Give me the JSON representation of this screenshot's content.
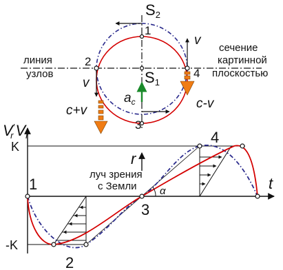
{
  "diagram": {
    "orbit": {
      "star_labels": {
        "s2": "S",
        "s2_sub": "2",
        "s1": "S",
        "s1_sub": "1"
      },
      "points": {
        "p1": "1",
        "p2": "2",
        "p3": "3",
        "p4": "4"
      },
      "velocity_left": "v",
      "velocity_right": "v",
      "accel": "a",
      "accel_sub": "c",
      "left_speed": "c+v",
      "right_speed": "c-v",
      "node_line": [
        "линия",
        "узлов"
      ],
      "section": [
        "сечение",
        "картинной",
        "плоскостью"
      ]
    },
    "graph": {
      "y_axis_label": "V",
      "y_axis_sub": "r",
      "y_axis_prime": "′",
      "x_axis_label": "t",
      "k_label": "K",
      "neg_k_label": "-K",
      "r_label": "r",
      "line_of_sight": [
        "луч зрения",
        "с Земли"
      ],
      "alpha": "α",
      "phase_labels": {
        "p1": "1",
        "p2": "2",
        "p3": "3",
        "p4": "4"
      }
    },
    "colors": {
      "red_curve": "#d40000",
      "blue_curve": "#2a2a8c",
      "arrow_orange": "#f07c14",
      "accel_green": "#1a8a2a"
    }
  }
}
